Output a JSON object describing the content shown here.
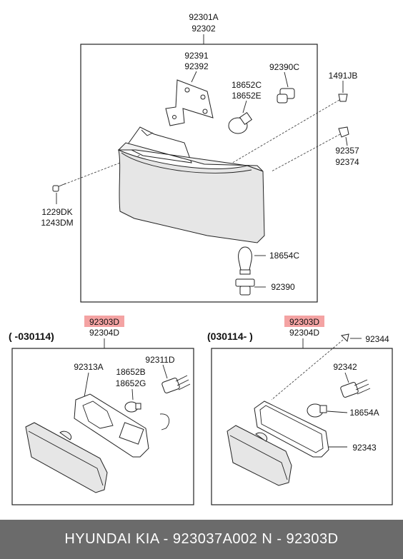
{
  "labels": {
    "housing_1": "92301A",
    "housing_2": "92302",
    "bracket_1": "92391",
    "bracket_2": "92392",
    "bulb_top_1": "18652C",
    "bulb_top_2": "18652E",
    "socket_top": "92390C",
    "screw_right": "1491JB",
    "clip_1": "92357",
    "clip_2": "92374",
    "screw_left_1": "1229DK",
    "screw_left_2": "1243DM",
    "bulb_main": "18654C",
    "socket_main": "92390",
    "left_code_1": "92303D",
    "left_code_2": "92304D",
    "left_section": "( -030114)",
    "left_gasket": "92313A",
    "left_bulb_1": "18652B",
    "left_bulb_2": "18652G",
    "left_socket": "92311D",
    "right_code_1": "92303D",
    "right_code_2": "92304D",
    "right_section": "(030114- )",
    "right_screw": "92344",
    "right_socket": "92342",
    "right_bulb": "18654A",
    "right_gasket": "92343"
  },
  "footer": {
    "text": "HYUNDAI  KIA - 923037A002     N - 92303D"
  },
  "colors": {
    "highlight": "#f4a3a3",
    "footer_bg": "#6b6b6b"
  }
}
